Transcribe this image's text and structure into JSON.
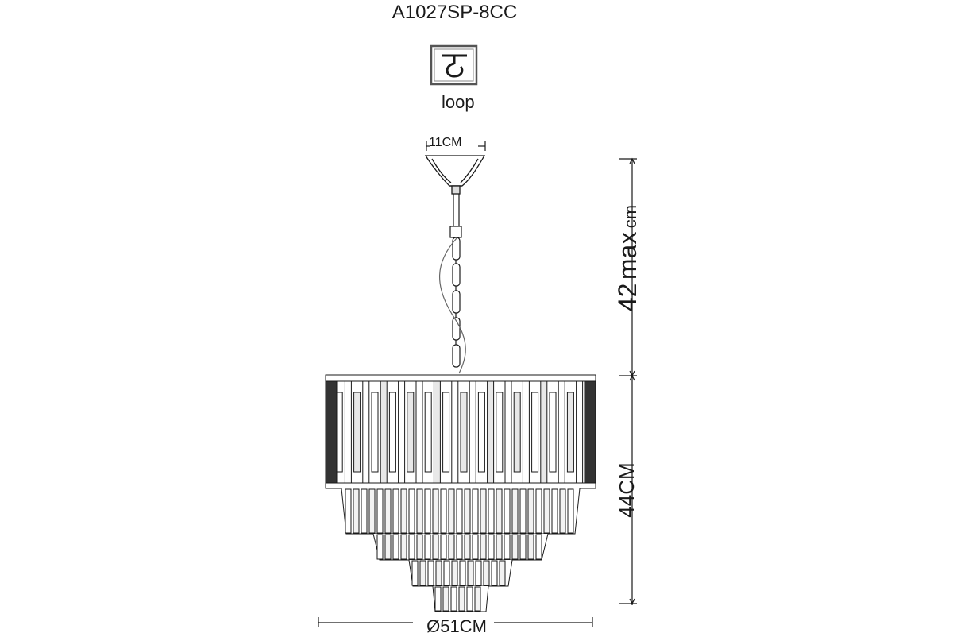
{
  "title": "A1027SP-8CC",
  "mounting": {
    "label": "loop",
    "icon": "ceiling-hook-icon"
  },
  "dimensions": {
    "canopy": "11CM",
    "drop": {
      "value": "42",
      "unit_word": "max",
      "unit": "cm"
    },
    "height": "44CM",
    "diameter": "Ø51CM"
  },
  "colors": {
    "line": "#1a1a1a",
    "icon_frame": "#555555"
  }
}
